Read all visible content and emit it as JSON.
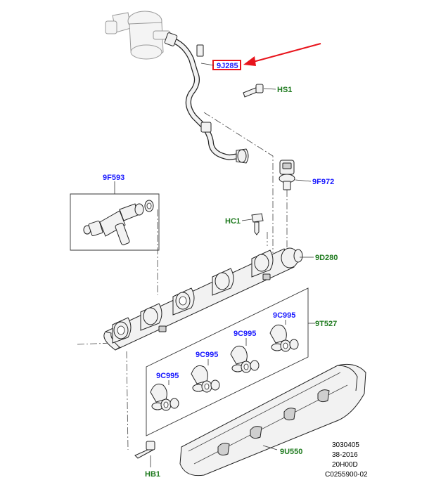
{
  "callouts": {
    "pipe": "9J285",
    "hs1": "HS1",
    "f593": "9F593",
    "f972": "9F972",
    "hc1": "HC1",
    "d280": "9D280",
    "t527": "9T527",
    "c995_1": "9C995",
    "c995_2": "9C995",
    "c995_3": "9C995",
    "c995_4": "9C995",
    "u550": "9U550",
    "hb1": "HB1"
  },
  "footer": {
    "line1": "3030405",
    "line2": "38-2016",
    "line3": "20H00D",
    "line4": "C0255900-02"
  },
  "colors": {
    "part_number_blue": "#1a1aff",
    "fixing_code_green": "#1e7a1e",
    "highlight_red": "#e8141c"
  }
}
